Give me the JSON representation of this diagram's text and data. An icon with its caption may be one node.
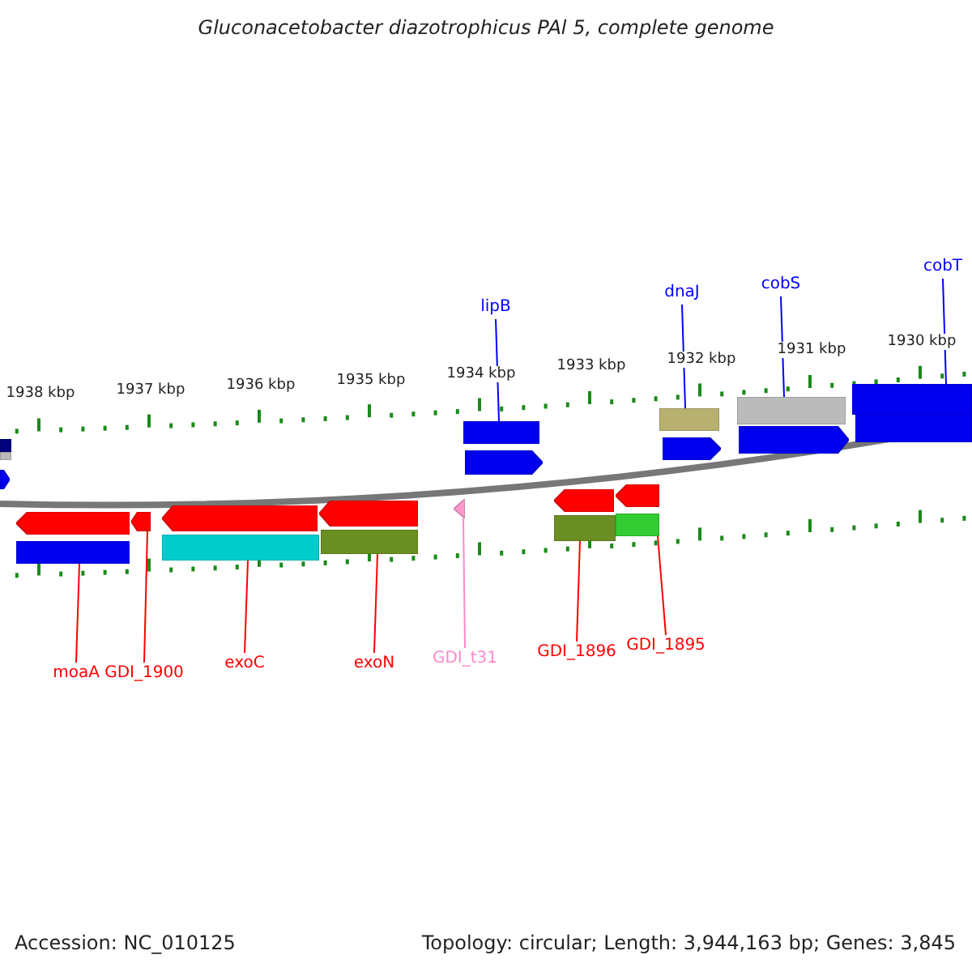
{
  "diagram": {
    "title": "Gluconacetobacter diazotrophicus PAl 5, complete genome",
    "nodes": [
      {
        "text": [
          "lipB"
        ]
      },
      {
        "text": [
          "dnaJ"
        ]
      },
      {
        "text": [
          "cobS"
        ]
      },
      {
        "text": [
          "cobT"
        ]
      },
      {
        "text": [],
        "shape": "bar"
      },
      {
        "text": [],
        "shape": "bar"
      },
      {
        "text": [],
        "shape": "bar"
      },
      {
        "text": [],
        "shape": "bar"
      },
      {
        "text": [],
        "shape": "arrow"
      },
      {
        "text": [],
        "shape": "triangle"
      },
      {
        "text": [],
        "shape": "bar"
      },
      {
        "text": [],
        "shape": "bar"
      },
      {
        "text": [],
        "shape": "bar"
      },
      {
        "text": [],
        "shape": "bar"
      },
      {
        "text": [],
        "shape": "bar"
      },
      {
        "text": [
          "moaA"
        ]
      },
      {
        "text": [
          "GDI_1900"
        ]
      },
      {
        "text": [
          "exoC"
        ]
      },
      {
        "text": [
          "exoN"
        ]
      },
      {
        "text": [
          "GDI_t31"
        ]
      },
      {
        "text": [
          "GDI_1896"
        ]
      },
      {
        "text": [
          "GDI_1895"
        ]
      },
      {
        "text": [],
        "shape": "bar"
      },
      {
        "text": [],
        "shape": "bar"
      },
      {
        "text": [],
        "shape": "arrow"
      },
      {
        "text": [],
        "shape": "arrow"
      },
      {
        "text": [],
        "shape": "arrow"
      },
      {
        "text": [],
        "shape": "arrow"
      },
      {
        "text": [],
        "shape": "bar"
      },
      {
        "text": [],
        "shape": "arrow"
      },
      {
        "text": [],
        "shape": "arrow"
      },
      {
        "text": [],
        "shape": "arrow"
      },
      {
        "text": [],
        "shape": "arrow"
      },
      {
        "text": [],
        "shape": "arrow"
      }
    ],
    "edges": [
      {
        "from": 0,
        "to": 4,
        "arrow": "none",
        "color": "#0000ff"
      },
      {
        "from": 1,
        "to": 5,
        "arrow": "none",
        "color": "#0000ff"
      },
      {
        "from": 2,
        "to": 6,
        "arrow": "none",
        "color": "#0000ff"
      },
      {
        "from": 3,
        "to": 7,
        "arrow": "none",
        "color": "#0000ff"
      },
      {
        "from": 15,
        "to": 10,
        "arrow": "none"
      },
      {
        "from": 16,
        "to": 8,
        "arrow": "none"
      },
      {
        "from": 17,
        "to": 11,
        "arrow": "none"
      },
      {
        "from": 18,
        "to": 12,
        "arrow": "none"
      },
      {
        "from": 19,
        "to": 9,
        "arrow": "none",
        "color": "#ff88cc"
      },
      {
        "from": 20,
        "to": 13,
        "arrow": "none"
      },
      {
        "from": 21,
        "to": 14,
        "arrow": "none"
      }
    ],
    "labels": [
      "1938 kbp",
      "1937 kbp",
      "1936 kbp",
      "1935 kbp",
      "1934 kbp",
      "1933 kbp",
      "1932 kbp",
      "1931 kbp",
      "1930 kbp",
      "Accession: NC_010125",
      "Topology: circular; Length: 3,944,163 bp; Genes: 3,845"
    ]
  }
}
